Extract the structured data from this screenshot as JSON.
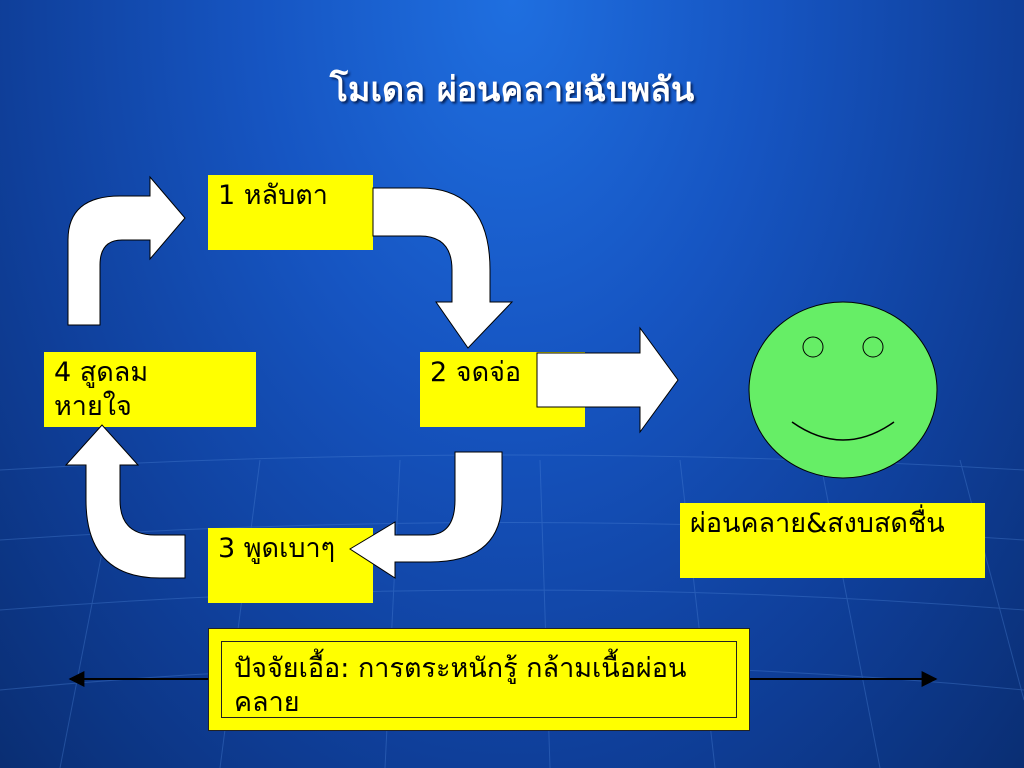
{
  "slide": {
    "title": "โมเดล ผ่อนคลายฉับพลัน"
  },
  "steps": [
    {
      "label": "1 หลับตา"
    },
    {
      "label": "2 จดจ่อ"
    },
    {
      "label": "3 พูดเบาๆ"
    },
    {
      "label": "4 สูดลม หายใจ"
    }
  ],
  "result": {
    "label": "ผ่อนคลาย&สงบสดชื่น"
  },
  "factor": {
    "label": "ปัจจัยเอื้อ: การตระหนักรู้ กล้ามเนื้อผ่อนคลาย"
  },
  "colors": {
    "background": "#1655c2",
    "box_fill": "#ffff00",
    "face_fill": "#66ee66",
    "arrow_fill": "#ffffff"
  }
}
